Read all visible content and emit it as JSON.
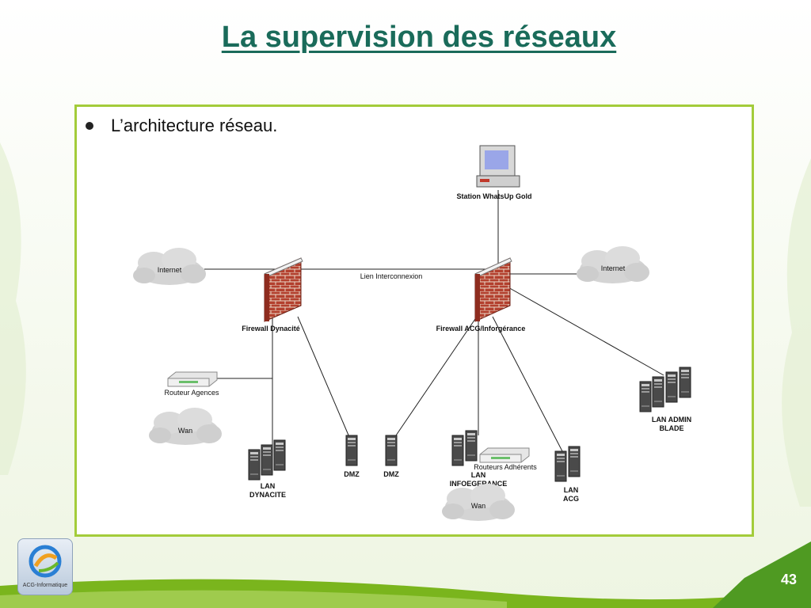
{
  "slide": {
    "title": "La supervision des réseaux",
    "bullet": "L’architecture réseau.",
    "page_number": "43",
    "logo_text": "ACG-Informatique"
  },
  "colors": {
    "title": "#1a6b5a",
    "frame": "#a3cc3a",
    "accent_green": "#7ab51d"
  },
  "diagram": {
    "station": "Station WhatsUp Gold",
    "internet_left": "Internet",
    "internet_right": "Internet",
    "link": "Lien Interconnexion",
    "firewall_left": "Firewall Dynacité",
    "firewall_right": "Firewall ACG/Inforgérance",
    "router_agences": "Routeur Agences",
    "wan_left": "Wan",
    "wan_bottom": "Wan",
    "lan_dynacite_1": "LAN",
    "lan_dynacite_2": "DYNACITE",
    "dmz_1": "DMZ",
    "dmz_2": "DMZ",
    "lan_info_1": "LAN",
    "lan_info_2": "INFOEGERANCE",
    "routeurs_adherents": "Routeurs Adhérents",
    "lan_acg_1": "LAN",
    "lan_acg_2": "ACG",
    "lan_admin_1": "LAN ADMIN",
    "lan_admin_2": "BLADE"
  }
}
